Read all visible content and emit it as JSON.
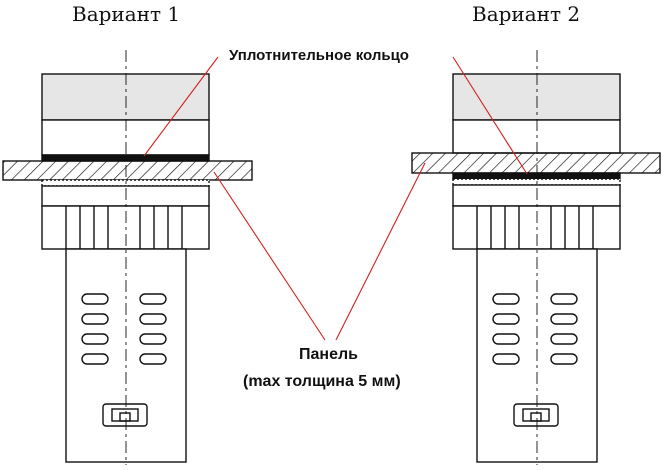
{
  "diagram": {
    "variant1_title": "Вариант 1",
    "variant2_title": "Вариант 2",
    "seal_ring_label": "Уплотнительное кольцо",
    "panel_label_line1": "Панель",
    "panel_label_line2": "(max толщина 5 мм)",
    "colors": {
      "stroke": "#111111",
      "cap_fill": "#e6e6e6",
      "leader": "#d42020",
      "seal": "#111111"
    }
  }
}
